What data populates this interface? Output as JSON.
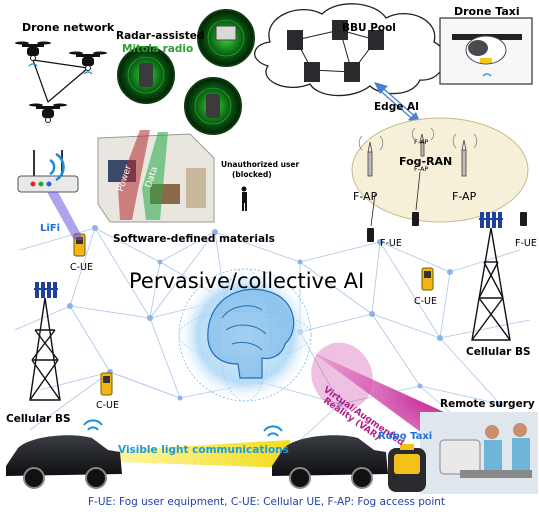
{
  "labels": {
    "drone_network": "Drone network",
    "radar_line1": "Radar-assisted",
    "radar_line2": "Mitola radio",
    "bbu_pool": "BBU Pool",
    "drone_taxi": "Drone Taxi",
    "edge_ai": "Edge AI",
    "fog_ran": "Fog-RAN",
    "fap_small": "F-AP",
    "fap": "F-AP",
    "fue": "F-UE",
    "cue": "C-UE",
    "lifi": "LiFi",
    "power": "Power",
    "data": "Data",
    "unauth_line1": "Unauthorized user",
    "unauth_line2": "(blocked)",
    "software_materials": "Software-defined materials",
    "pervasive_ai": "Pervasive/collective AI",
    "cellular_bs": "Cellular BS",
    "var_line1": "Virtual/Augmented",
    "var_line2": "Reality (VAR)",
    "remote_surgery": "Remote surgery",
    "vlc": "Visible light communications",
    "robo_taxi": "Robo Taxi",
    "legend": "F-UE: Fog user equipment,   C-UE: Cellular UE,   F-AP: Fog access point"
  },
  "colors": {
    "radar_green": "#1f8f1f",
    "mitola_green": "#2ea02e",
    "lifi_blue": "#1e6fd9",
    "vlc_blue": "#1a9be0",
    "legend_blue": "#1f3fb0",
    "var_magenta": "#b0208a",
    "fog_fill": "#f6f0d8",
    "mesh": "#9fbfe6"
  }
}
